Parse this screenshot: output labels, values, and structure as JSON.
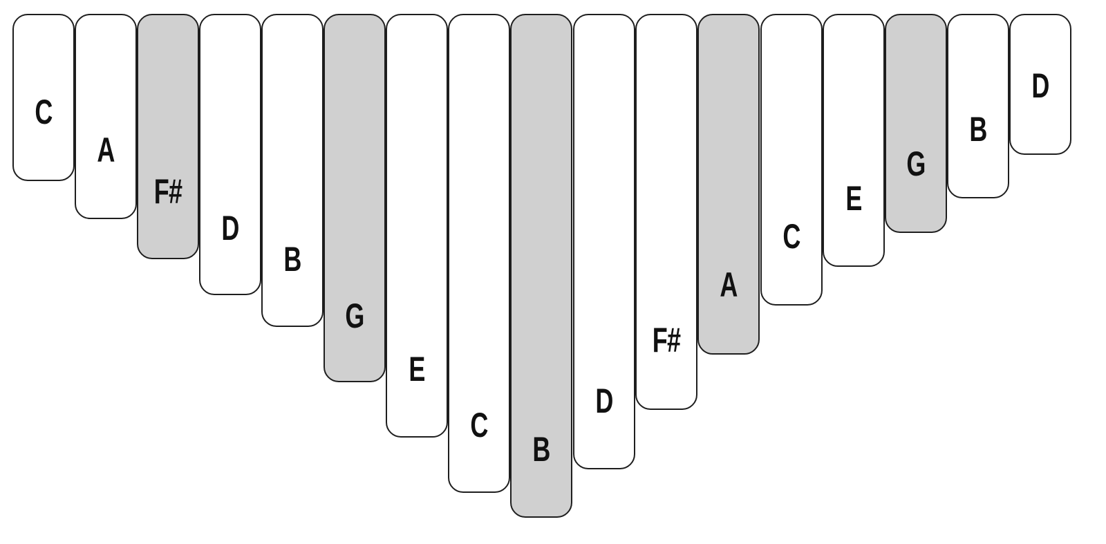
{
  "kalimba": {
    "tines": [
      {
        "note": "C",
        "shaded": false
      },
      {
        "note": "A",
        "shaded": false
      },
      {
        "note": "F#",
        "shaded": true
      },
      {
        "note": "D",
        "shaded": false
      },
      {
        "note": "B",
        "shaded": false
      },
      {
        "note": "G",
        "shaded": true
      },
      {
        "note": "E",
        "shaded": false
      },
      {
        "note": "C",
        "shaded": false
      },
      {
        "note": "B",
        "shaded": true
      },
      {
        "note": "D",
        "shaded": false
      },
      {
        "note": "F#",
        "shaded": false
      },
      {
        "note": "A",
        "shaded": true
      },
      {
        "note": "C",
        "shaded": false
      },
      {
        "note": "E",
        "shaded": false
      },
      {
        "note": "G",
        "shaded": true
      },
      {
        "note": "B",
        "shaded": false
      },
      {
        "note": "D",
        "shaded": false
      }
    ],
    "colors": {
      "plain": "#ffffff",
      "shaded": "#d0d0d0",
      "outline": "#1e1e1e",
      "text": "#111111"
    }
  }
}
